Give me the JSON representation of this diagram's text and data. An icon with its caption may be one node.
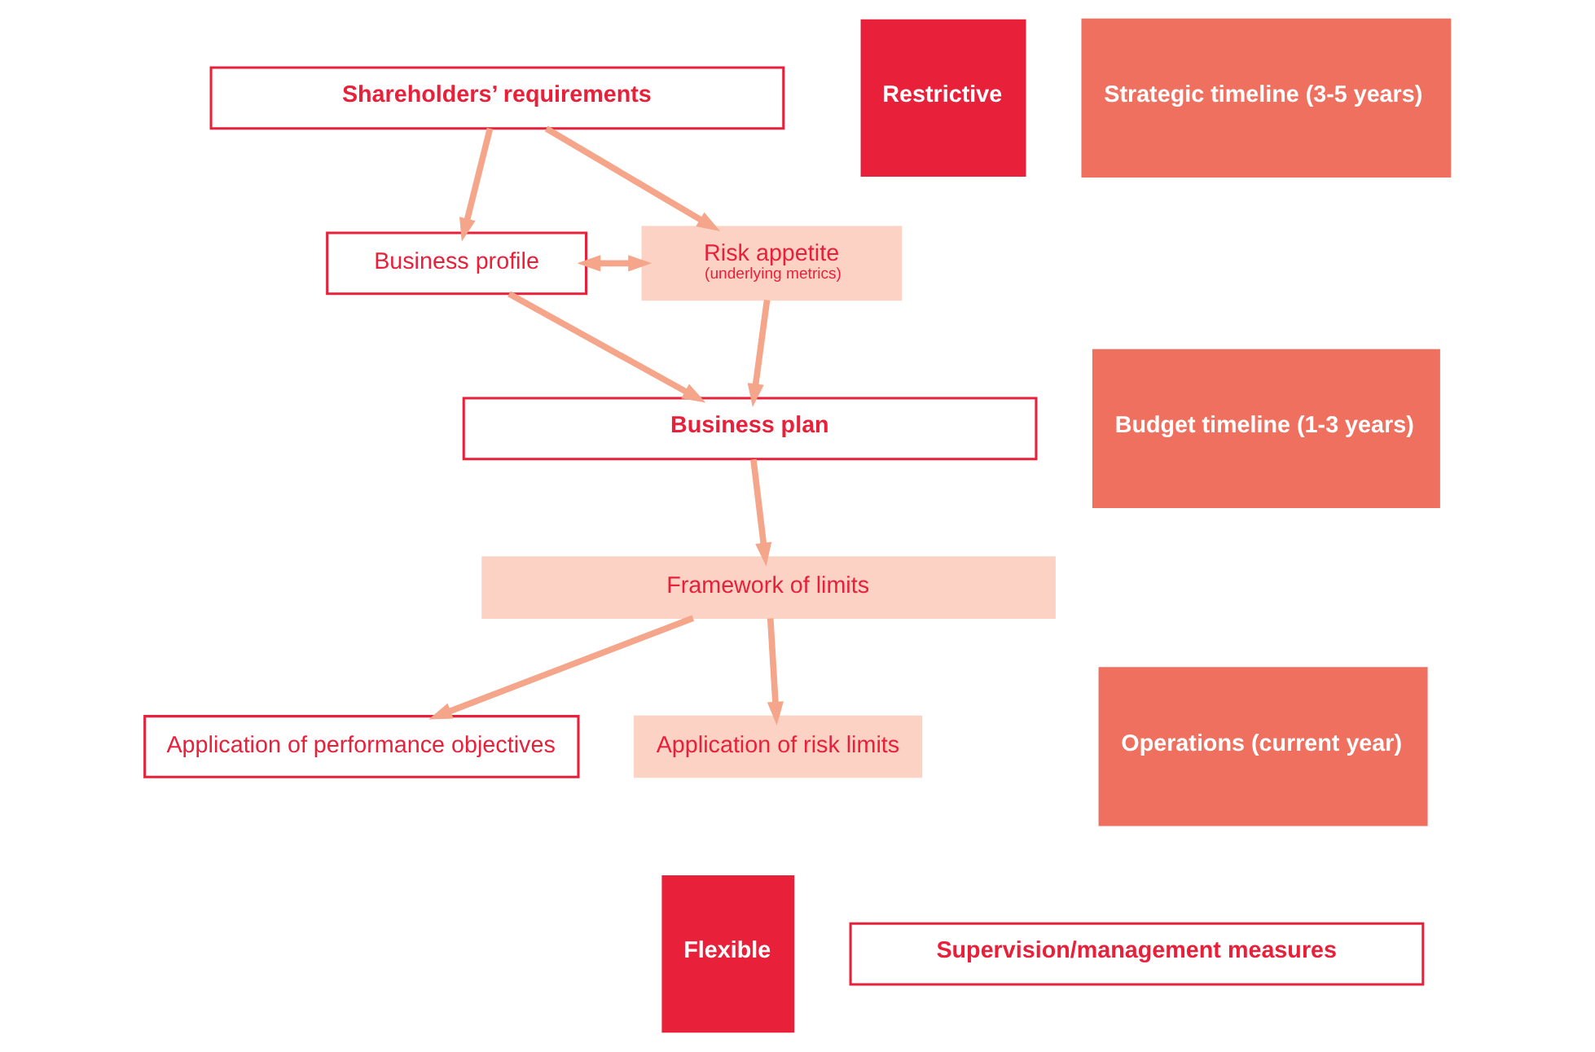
{
  "diagram": {
    "nodes": [
      {
        "text": [
          "Strategic timeline (3-5 years)"
        ]
      },
      {
        "text": [
          "Budget timeline (1-3 years)"
        ]
      },
      {
        "text": [
          "Operations (current year)"
        ]
      },
      {
        "text": [
          "Shareholders’ requirements"
        ]
      },
      {
        "text": [
          "Business profile"
        ]
      },
      {
        "text": [
          "Risk appetite",
          "(underlying metrics)"
        ]
      },
      {
        "text": [
          "Business plan"
        ]
      },
      {
        "text": [
          "Framework of limits"
        ]
      },
      {
        "text": [
          "Application of performance objectives"
        ]
      },
      {
        "text": [
          "Application of risk limits"
        ]
      },
      {
        "text": [
          "Supervision/management measures"
        ]
      }
    ],
    "edges": [
      {
        "from": 3,
        "to": 4,
        "arrow": "to"
      },
      {
        "from": 3,
        "to": 5,
        "arrow": "to"
      },
      {
        "from": 4,
        "to": 5,
        "arrow": "both"
      },
      {
        "from": 4,
        "to": 6,
        "arrow": "to"
      },
      {
        "from": 5,
        "to": 6,
        "arrow": "to"
      },
      {
        "from": 6,
        "to": 7,
        "arrow": "to"
      },
      {
        "from": 7,
        "to": 8,
        "arrow": "to"
      },
      {
        "from": 7,
        "to": 9,
        "arrow": "to"
      }
    ],
    "labels": [
      "Restrictive",
      "Flexible"
    ]
  }
}
